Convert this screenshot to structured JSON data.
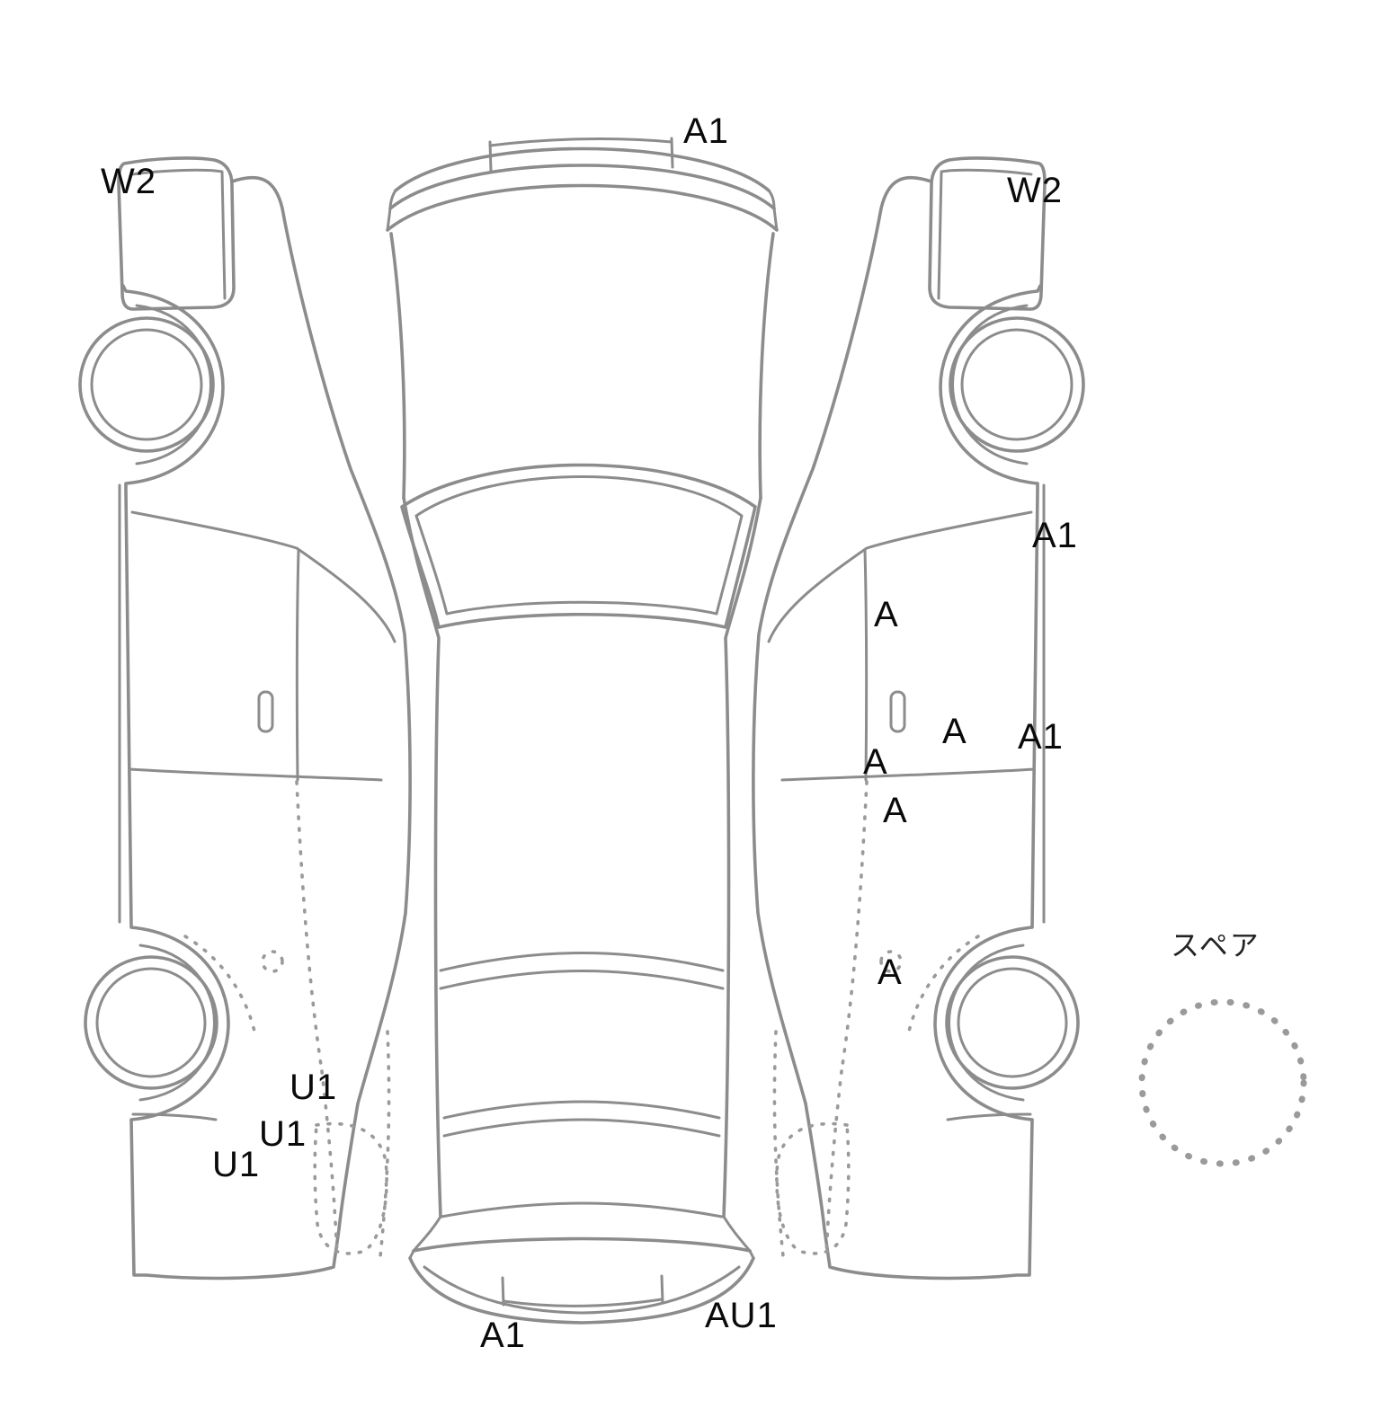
{
  "page": {
    "background": "#ffffff"
  },
  "diagram": {
    "type": "vehicle-damage-inspection-map",
    "views": [
      "left-side-view",
      "top-view",
      "right-side-view",
      "spare-tire"
    ],
    "line_color": "#8c8c8c",
    "dotted_line_color": "#9a9a9a",
    "text_color": "#0a0a0a"
  },
  "spare": {
    "label": "スペア"
  },
  "labels": [
    {
      "id": "a1-front-bumper-top",
      "text": "A1"
    },
    {
      "id": "w2-left-front",
      "text": "W2"
    },
    {
      "id": "w2-right-front",
      "text": "W2"
    },
    {
      "id": "a1-right-rocker-upper",
      "text": "A1"
    },
    {
      "id": "a-right-door-upper",
      "text": "A"
    },
    {
      "id": "a-right-door-mid",
      "text": "A"
    },
    {
      "id": "a1-right-rocker-mid",
      "text": "A1"
    },
    {
      "id": "a-right-door-belt",
      "text": "A"
    },
    {
      "id": "a-right-door-lower",
      "text": "A"
    },
    {
      "id": "a-right-quarter",
      "text": "A"
    },
    {
      "id": "u1-left-quarter-upper",
      "text": "U1"
    },
    {
      "id": "u1-left-quarter-mid",
      "text": "U1"
    },
    {
      "id": "u1-left-rear-bumper",
      "text": "U1"
    },
    {
      "id": "a1-rear-bumper-left",
      "text": "A1"
    },
    {
      "id": "au1-rear-bumper-right",
      "text": "AU1"
    }
  ]
}
